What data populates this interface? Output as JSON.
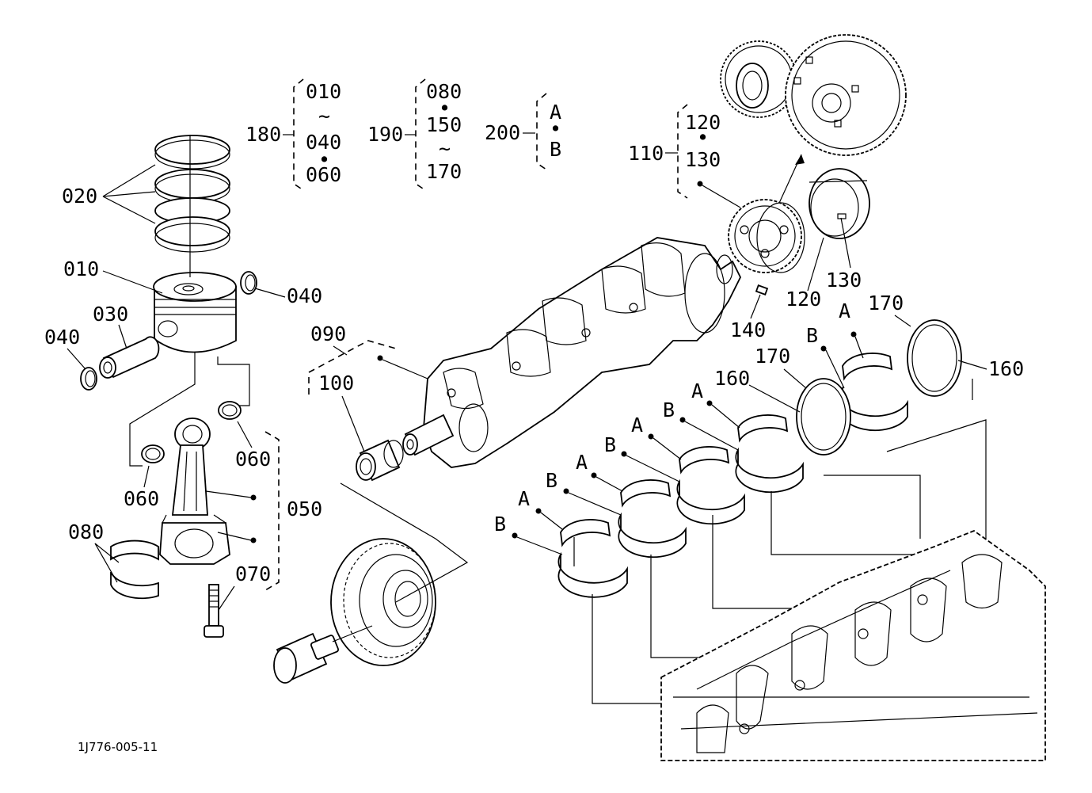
{
  "labels": {
    "l020": "020",
    "l010": "010",
    "l030": "030",
    "l040a": "040",
    "l040b": "040",
    "l060a": "060",
    "l060b": "060",
    "l050": "050",
    "l080": "080",
    "l070": "070",
    "l090": "090",
    "l100": "100",
    "l110": "110",
    "l120a": "120",
    "l120b": "120",
    "l130a": "130",
    "l130b": "130",
    "l140": "140",
    "l160a": "160",
    "l160b": "160",
    "l170a": "170",
    "l170b": "170"
  },
  "groups": {
    "g180": {
      "label": "180",
      "items": [
        "010",
        "~",
        "040",
        "•",
        "060"
      ]
    },
    "g190": {
      "label": "190",
      "items": [
        "080",
        "•",
        "150",
        "~",
        "170"
      ]
    },
    "g200": {
      "label": "200",
      "items": [
        "A",
        "•",
        "B"
      ]
    }
  },
  "bearing_letters": {
    "a1": "A",
    "a2": "A",
    "a3": "A",
    "a4": "A",
    "a5": "A",
    "b1": "B",
    "b2": "B",
    "b3": "B",
    "b4": "B",
    "b5": "B"
  },
  "g110": {
    "top": "120",
    "dot": "•",
    "bottom": "130"
  },
  "drawing_code": "1J776-005-11"
}
